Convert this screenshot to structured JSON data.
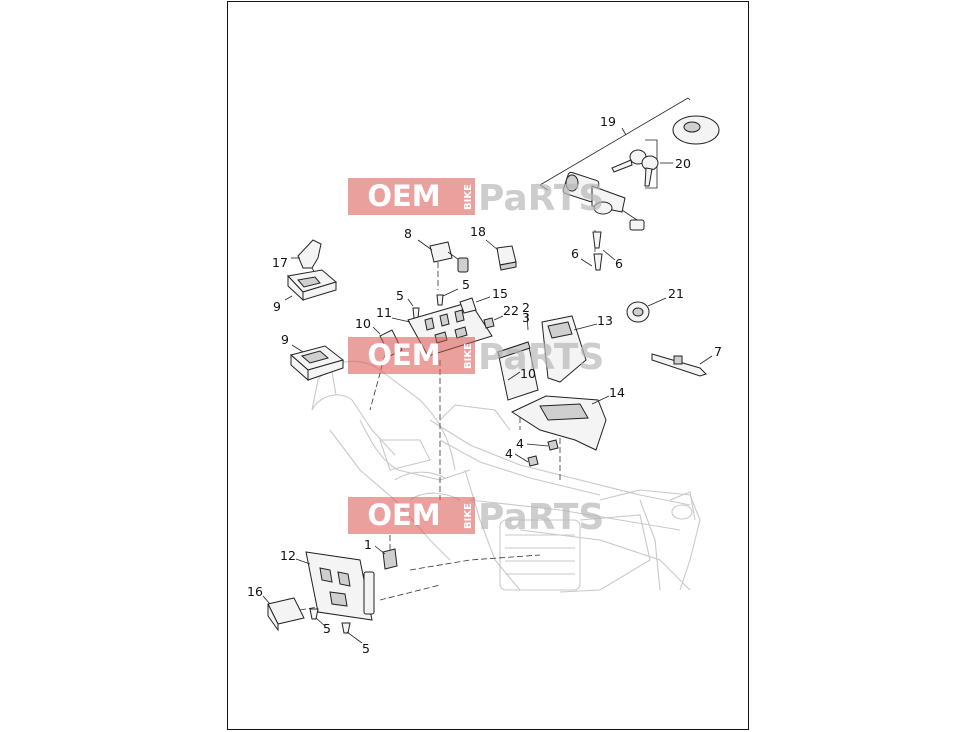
{
  "watermark": {
    "word1": "OEM",
    "word2": "BIKE",
    "word3": "PaRTS",
    "box_color": "#d9534f",
    "parts_color": "#b8b8b8"
  },
  "callouts": {
    "c1": "1",
    "c2": "2",
    "c3": "3",
    "c4a": "4",
    "c4b": "4",
    "c5a": "5",
    "c5b": "5",
    "c5c": "5",
    "c5d": "5",
    "c6a": "6",
    "c6b": "6",
    "c7": "7",
    "c8": "8",
    "c9a": "9",
    "c9b": "9",
    "c10a": "10",
    "c10b": "10",
    "c11": "11",
    "c12": "12",
    "c13": "13",
    "c14": "14",
    "c15": "15",
    "c16": "16",
    "c17": "17",
    "c18": "18",
    "c19": "19",
    "c20": "20",
    "c21": "21",
    "c22": "22"
  }
}
